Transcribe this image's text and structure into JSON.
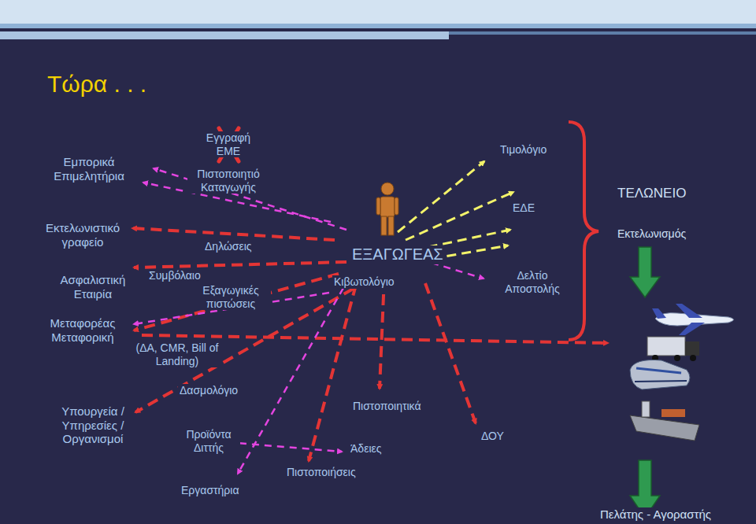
{
  "diagram": {
    "title": "Τώρα . . .",
    "labels": [
      "Εμπορικά Επιμελητήρια",
      "Εκτελωνιστικό γραφείο",
      "Ασφαλιστική Εταιρία",
      "Μεταφορέας Μεταφορική",
      "Υπουργεία / Υπηρεσίες / Οργανισμοί",
      "Εγγραφή ΕΜΕ",
      "Πιστοποιητιό Καταγωγής",
      "Δηλώσεις",
      "Συμβόλαιο",
      "Εξαγωγικές πιστώσεις",
      "(ΔΑ, CMR, Bill of Landing)",
      "Δασμολόγιο",
      "Προϊόντα Διττής",
      "Εργαστήρια",
      "Πιστοποιήσεις",
      "Πιστοποιητικά",
      "Άδειες",
      "ΔΟΥ",
      "Κιβωτολόγιο",
      "ΕΞΑΓΩΓΕΑΣ",
      "Τιμολόγιο",
      "ΕΔΕ",
      "Δελτίο Αποστολής",
      "ΤΕΛΩΝΕΙΟ",
      "Εκτελωνισμός",
      "Πελάτης - Αγοραστής"
    ]
  }
}
